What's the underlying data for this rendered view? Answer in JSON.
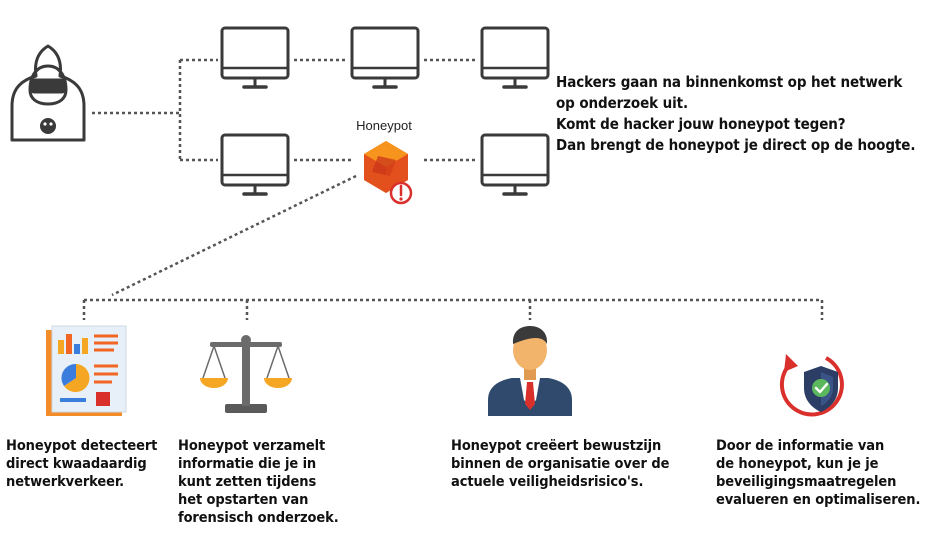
{
  "honeypot_label": "Honeypot",
  "intro_text": [
    "Hackers gaan na binnenkomst op het netwerk",
    "op onderzoek uit.",
    "Komt de hacker jouw honeypot tegen?",
    "Dan brengt de honeypot je direct op de hoogte."
  ],
  "steps": [
    {
      "icon": "report-dashboard-icon",
      "lines": [
        "Honeypot detecteert",
        "direct kwaadaardig",
        "netwerkverkeer."
      ]
    },
    {
      "icon": "scales-icon",
      "lines": [
        "Honeypot verzamelt",
        "informatie die je in",
        "kunt zetten tijdens",
        "het opstarten van",
        "forensisch onderzoek."
      ]
    },
    {
      "icon": "businessman-icon",
      "lines": [
        "Honeypot creëert bewustzijn",
        "binnen de organisatie over de",
        "actuele veiligheidsrisico's."
      ]
    },
    {
      "icon": "shield-cycle-icon",
      "lines": [
        "Door de informatie van",
        "de honeypot, kun je je",
        "beveiligingsmaatregelen",
        "evalueren en optimaliseren."
      ]
    }
  ],
  "colors": {
    "outline": "#3a3a3a",
    "connector": "#555555",
    "honeypot_orange": "#f26522",
    "alert_red": "#d9302c",
    "shield_navy": "#2c3e66",
    "check_green": "#5cb85c",
    "suit_navy": "#2f4a6d",
    "skin": "#f2b36b",
    "scales_gold": "#f5a623"
  }
}
